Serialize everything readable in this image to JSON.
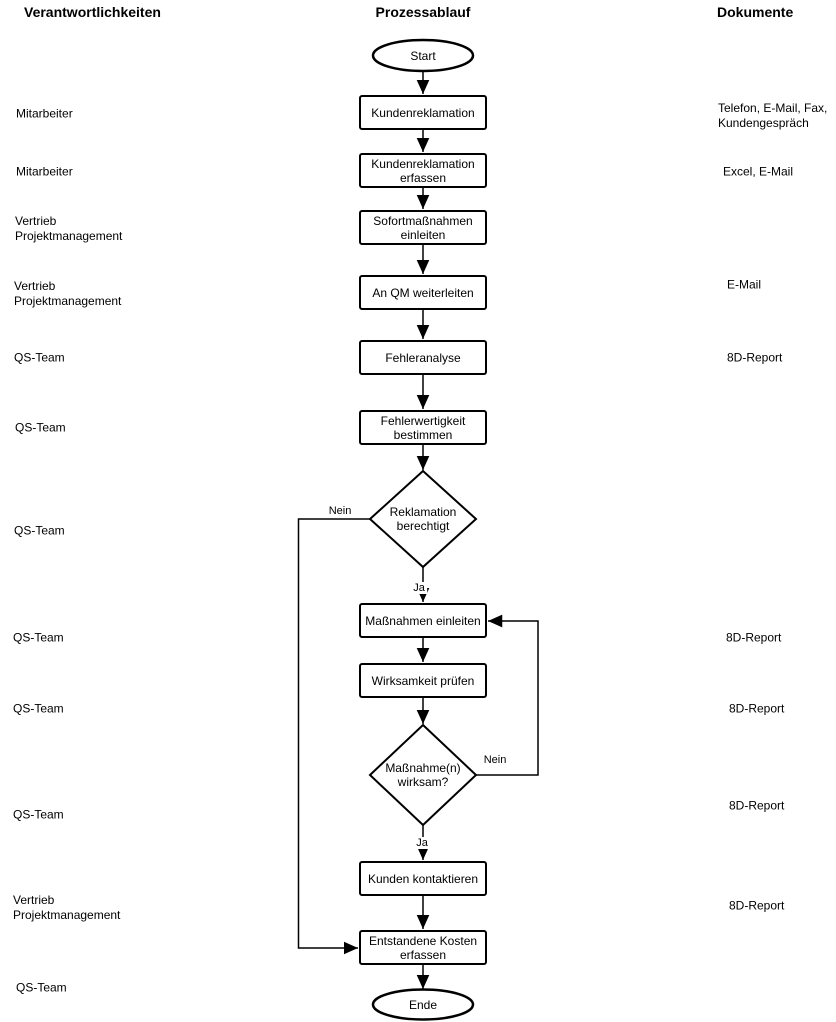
{
  "headers": {
    "left": "Verantwortlichkeiten",
    "center": "Prozessablauf",
    "right": "Dokumente"
  },
  "flowchart": {
    "start": "Start",
    "end": "Ende",
    "steps": [
      "Kundenreklamation",
      "Kundenreklamation erfassen",
      "Sofortmaßnahmen einleiten",
      "An QM weiterleiten",
      "Fehleranalyse",
      "Fehlerwertigkeit bestimmen",
      "Maßnahmen einleiten",
      "Wirksamkeit prüfen",
      "Kunden kontaktieren",
      "Entstandene Kosten erfassen"
    ],
    "decisions": [
      {
        "label": "Reklamation berechtigt",
        "yes_label": "Ja",
        "no_label": "Nein"
      },
      {
        "label": "Maßnahme(n) wirksam?",
        "yes_label": "Ja",
        "no_label": "Nein"
      }
    ]
  },
  "responsibilities": [
    "Mitarbeiter",
    "Mitarbeiter",
    "Vertrieb\nProjektmanagement",
    "Vertrieb\nProjektmanagement",
    "QS-Team",
    "QS-Team",
    "QS-Team",
    "QS-Team",
    "QS-Team",
    "QS-Team",
    "Vertrieb\nProjektmanagement",
    "QS-Team"
  ],
  "documents": [
    "Telefon, E-Mail, Fax,\nKundengespräch",
    "Excel, E-Mail",
    "E-Mail",
    "8D-Report",
    "8D-Report",
    "8D-Report",
    "8D-Report",
    "8D-Report"
  ],
  "colors": {
    "stroke": "#000000",
    "background": "#ffffff"
  }
}
